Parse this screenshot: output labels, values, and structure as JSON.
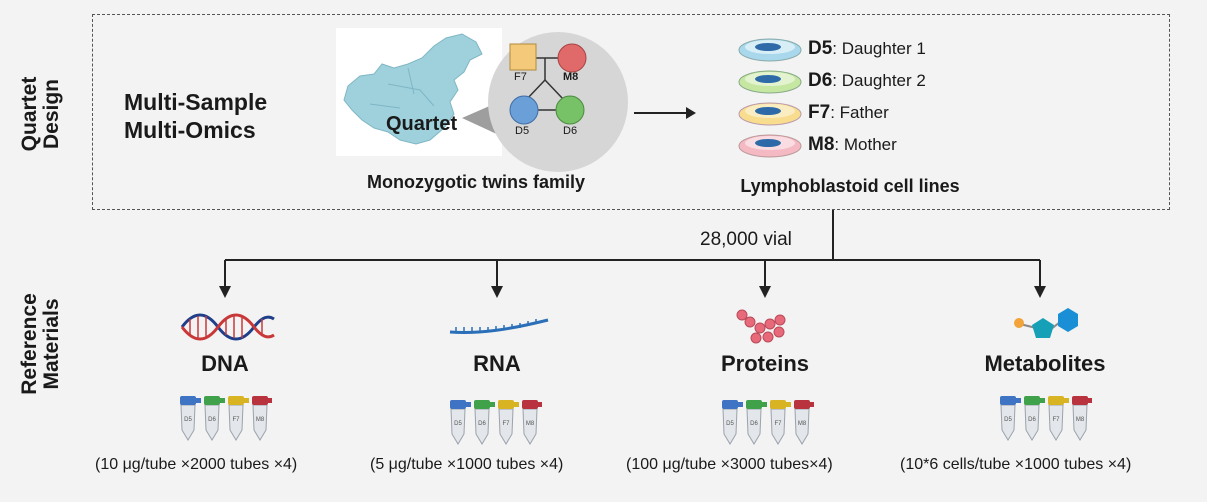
{
  "side_labels": {
    "design_line1": "Quartet",
    "design_line2": "Design",
    "materials_line1": "Reference",
    "materials_line2": "Materials"
  },
  "design": {
    "title_line1": "Multi-Sample",
    "title_line2": "Multi-Omics",
    "map_label": "Quartet",
    "family_caption": "Monozygotic twins family",
    "pedigree": {
      "father": "F7",
      "mother": "M8",
      "daughter1": "D5",
      "daughter2": "D6"
    },
    "cells_caption": "Lymphoblastoid cell lines",
    "cell_lines": [
      {
        "code": "D5",
        "name": ": Daughter 1",
        "dish_color": "#a9d8ec"
      },
      {
        "code": "D6",
        "name": ": Daughter 2",
        "dish_color": "#c6e7a2"
      },
      {
        "code": "F7",
        "name": ": Father",
        "dish_color": "#f8dd8e"
      },
      {
        "code": "M8",
        "name": ": Mother",
        "dish_color": "#f4b9c2"
      }
    ]
  },
  "vial_label": "28,000 vial",
  "materials": [
    {
      "name": "DNA",
      "icon": "dna-helix-icon",
      "spec": "(10 μg/tube ×2000 tubes ×4)"
    },
    {
      "name": "RNA",
      "icon": "rna-strand-icon",
      "spec": "(5 μg/tube ×1000 tubes ×4)"
    },
    {
      "name": "Proteins",
      "icon": "protein-chain-icon",
      "spec": "(100 μg/tube ×3000 tubes×4)"
    },
    {
      "name": "Metabolites",
      "icon": "metabolite-molecule-icon",
      "spec": "(10*6 cells/tube ×1000 tubes ×4)"
    }
  ],
  "tube_labels": [
    "D5",
    "D6",
    "F7",
    "M8"
  ],
  "colors": {
    "father": "#f5c97a",
    "mother": "#e06a6a",
    "daughter1": "#6b9fd8",
    "daughter2": "#77c267",
    "tube_caps": [
      "#3f73c4",
      "#3fa14a",
      "#d8b422",
      "#b8333d"
    ]
  }
}
